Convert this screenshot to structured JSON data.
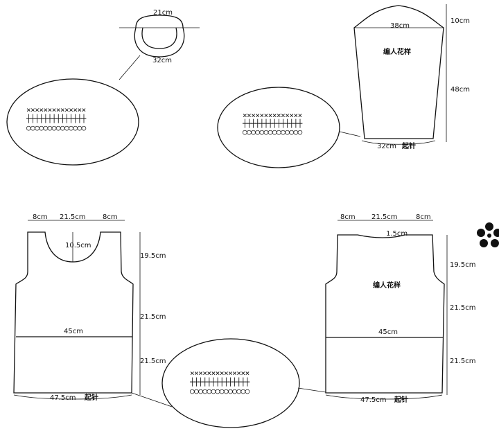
{
  "collar": {
    "top_width": "21cm",
    "bottom_width": "32cm"
  },
  "sleeve": {
    "width": "38cm",
    "cap_height": "10cm",
    "length": "48cm",
    "cuff": "32cm",
    "cuff_note": "起针",
    "pattern": "编人花样"
  },
  "front": {
    "left_shoulder": "8cm",
    "neck_width": "21.5cm",
    "right_shoulder": "8cm",
    "neck_depth": "10.5cm",
    "armhole": "19.5cm",
    "body": "21.5cm",
    "hem": "21.5cm",
    "chest": "45cm",
    "bottom": "47.5cm",
    "bottom_note": "起针"
  },
  "back": {
    "left_shoulder": "8cm",
    "neck_width": "21.5cm",
    "right_shoulder": "8cm",
    "neck_depth": "1.5cm",
    "armhole": "19.5cm",
    "body": "21.5cm",
    "hem": "21.5cm",
    "chest": "45cm",
    "bottom": "47.5cm",
    "bottom_note": "起针",
    "pattern": "编人花样"
  },
  "stitch_symbols": {
    "top_row": "××××××××××××××",
    "mid_row": "┼┼┼┼┼┼┼┼┼┼┼┼┼┼",
    "bottom_row": "○○○○○○○○○○○○○○"
  }
}
